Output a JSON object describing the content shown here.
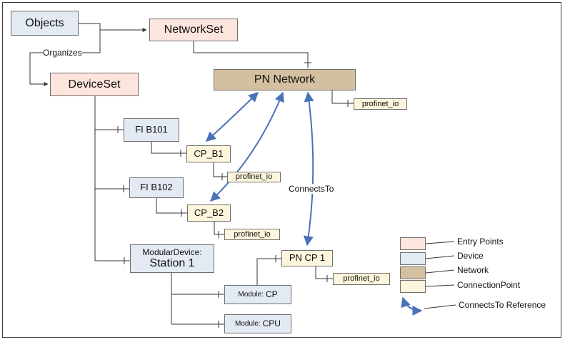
{
  "nodes": {
    "objects": "Objects",
    "networkset": "NetworkSet",
    "deviceset": "DeviceSet",
    "pn_network": "PN Network",
    "pn_network_prop": "profinet_io",
    "fib101": "FI B101",
    "cp_b1": "CP_B1",
    "cp_b1_prop": "profinet_io",
    "fib102": "FI B102",
    "cp_b2": "CP_B2",
    "cp_b2_prop": "profinet_io",
    "modular_line1": "ModularDevice:",
    "modular_line2": "Station 1",
    "pn_cp1": "PN CP 1",
    "pn_cp1_prop": "profinet_io",
    "module_cp_prefix": "Module:",
    "module_cp_name": "CP",
    "module_cpu_prefix": "Module:",
    "module_cpu_name": "CPU"
  },
  "labels": {
    "organizes": "Organizes",
    "connects_to": "ConnectsTo"
  },
  "legend": {
    "entry_points": "Entry Points",
    "device": "Device",
    "network": "Network",
    "connection_point": "ConnectionPoint",
    "connects_to_reference": "ConnectsTo Reference"
  },
  "colors": {
    "entry": "#fde4dc",
    "device": "#e3eaf3",
    "network": "#d4c0a0",
    "connection_point": "#fdf6dc",
    "reference_arrow": "#4a72b8"
  }
}
